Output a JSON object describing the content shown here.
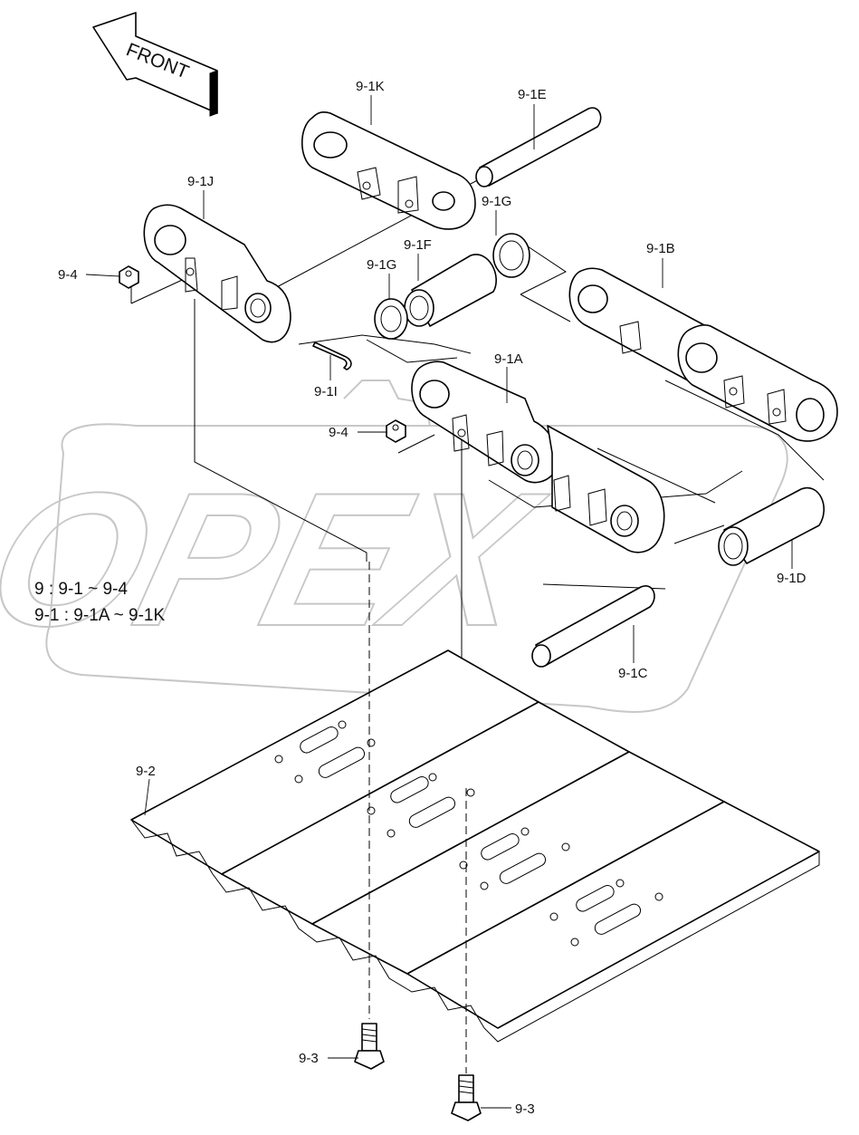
{
  "header_mark": "",
  "front_label": "FRONT",
  "watermark": "OPEX",
  "notes": [
    "9 : 9-1 ~ 9-4",
    "9-1 : 9-1A ~ 9-1K"
  ],
  "labels": {
    "l_9_1K": "9-1K",
    "l_9_1E": "9-1E",
    "l_9_1J": "9-1J",
    "l_9_1G_top": "9-1G",
    "l_9_1F": "9-1F",
    "l_9_1G": "9-1G",
    "l_9_1B": "9-1B",
    "l_9_4_left": "9-4",
    "l_9_1A": "9-1A",
    "l_9_1I": "9-1I",
    "l_9_4_mid": "9-4",
    "l_9_1D": "9-1D",
    "l_9_1C": "9-1C",
    "l_9_2": "9-2",
    "l_9_3_left": "9-3",
    "l_9_3_right": "9-3"
  }
}
